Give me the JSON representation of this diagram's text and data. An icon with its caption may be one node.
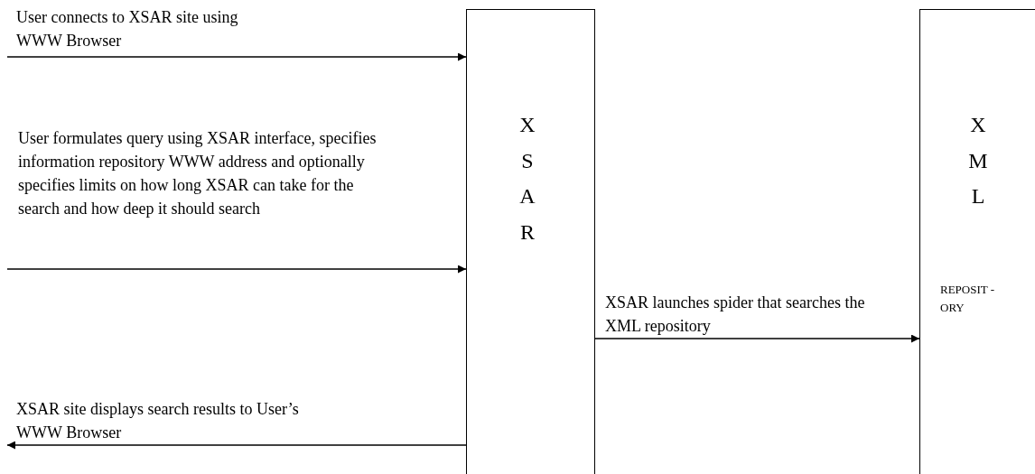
{
  "diagram": {
    "nodes": [
      {
        "text": [
          "XSAR"
        ]
      },
      {
        "text": [
          "XML",
          "REPOSIT - ORY"
        ]
      }
    ],
    "edges": [
      {
        "from": null,
        "to": 0,
        "arrow": "to",
        "label": "User connects to XSAR site using WWW Browser"
      },
      {
        "from": null,
        "to": 0,
        "arrow": "to",
        "label": "User formulates query using XSAR interface, specifies information repository WWW address and optionally specifies limits on how long XSAR can take for the search and how deep it should search"
      },
      {
        "from": 0,
        "to": 1,
        "arrow": "to",
        "label": "XSAR launches spider that searches the XML repository"
      },
      {
        "from": 0,
        "to": null,
        "arrow": "to",
        "label": "XSAR site displays search results to User’s WWW Browser"
      }
    ]
  }
}
